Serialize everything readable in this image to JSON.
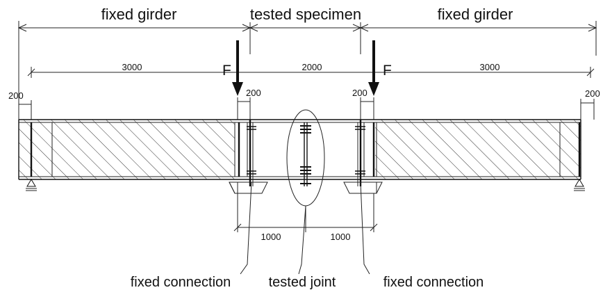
{
  "labels": {
    "fixed_girder_left": "fixed girder",
    "tested_specimen": "tested specimen",
    "fixed_girder_right": "fixed girder",
    "fixed_connection_left": "fixed connection",
    "tested_joint": "tested joint",
    "fixed_connection_right": "fixed connection"
  },
  "loads": {
    "left": "F",
    "right": "F"
  },
  "dimensions": {
    "span_left": "3000",
    "span_middle": "2000",
    "span_right": "3000",
    "bearing_far_left": "200",
    "bearing_inner_left": "200",
    "bearing_inner_right": "200",
    "bearing_far_right": "200",
    "bottom_left": "1000",
    "bottom_right": "1000"
  },
  "colors": {
    "line": "#111111",
    "background": "#ffffff"
  }
}
